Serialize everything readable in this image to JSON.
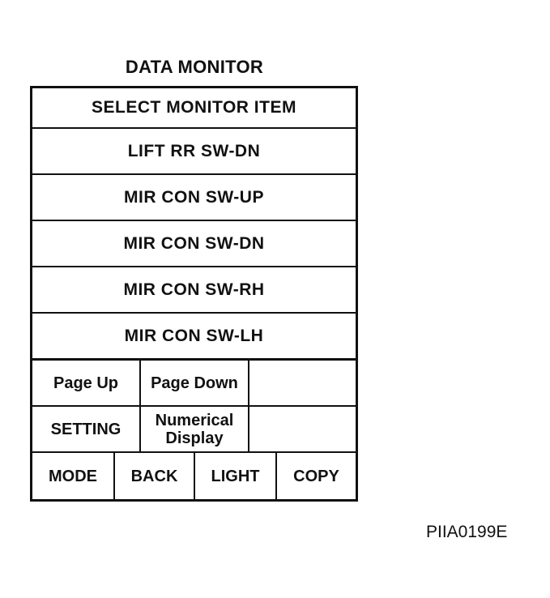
{
  "screen": {
    "title": "DATA MONITOR",
    "header_label": "SELECT MONITOR ITEM",
    "items": [
      {
        "label": "LIFT RR SW-DN"
      },
      {
        "label": "MIR CON SW-UP"
      },
      {
        "label": "MIR CON SW-DN"
      },
      {
        "label": "MIR CON SW-RH"
      },
      {
        "label": "MIR CON SW-LH"
      }
    ],
    "buttons": {
      "page_up": "Page Up",
      "page_down": "Page Down",
      "setting": "SETTING",
      "numerical_line1": "Numerical",
      "numerical_line2": "Display",
      "mode": "MODE",
      "back": "BACK",
      "light": "LIGHT",
      "copy": "COPY"
    }
  },
  "figure_code": "PIIA0199E"
}
